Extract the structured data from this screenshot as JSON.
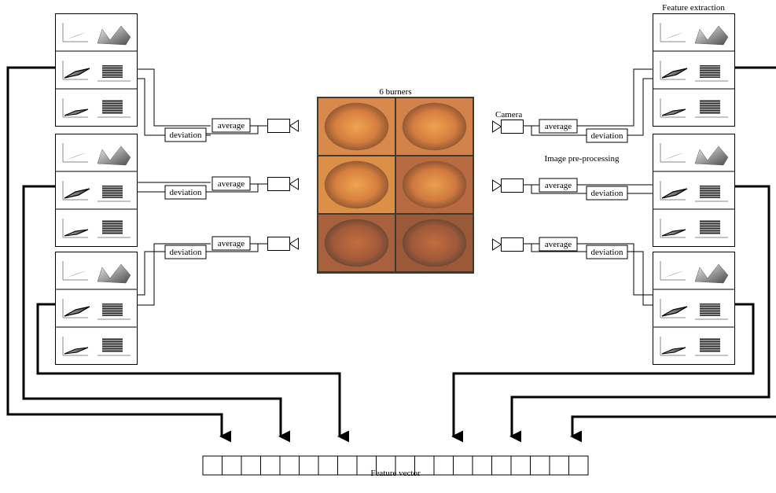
{
  "labels": {
    "burners": "6 burners",
    "feature_extraction": "Feature extraction",
    "camera": "Camera",
    "image_preprocessing": "Image pre-processing",
    "feature_vector": "Feature vector",
    "average": "average",
    "deviation": "deviation"
  },
  "feature_vector": {
    "cell_count": 20
  },
  "burner_image": {
    "tiles": [
      {
        "name": "burner-1",
        "color": "#d98a4a"
      },
      {
        "name": "burner-2",
        "color": "#d3834a"
      },
      {
        "name": "burner-3",
        "color": "#dc8f45"
      },
      {
        "name": "burner-4",
        "color": "#b86b40"
      },
      {
        "name": "burner-5",
        "color": "#a8613c"
      },
      {
        "name": "burner-6",
        "color": "#9a5a3a"
      }
    ],
    "background": "#3e3a2e"
  }
}
